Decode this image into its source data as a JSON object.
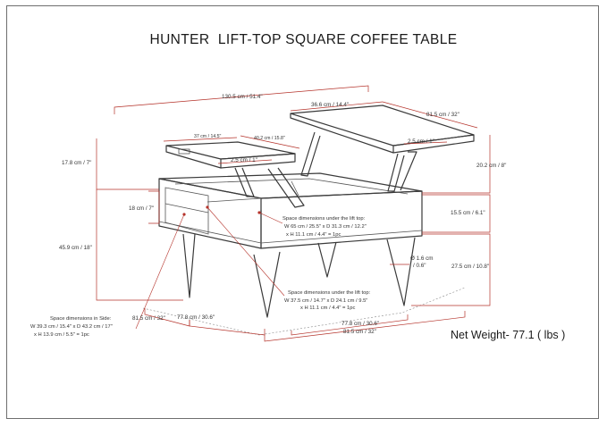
{
  "title": "HUNTER  LIFT-TOP SQUARE COFFEE TABLE",
  "net_weight": "Net Weight- 77.1 ( lbs )",
  "dimensions": {
    "overall_depth_top": "130.5 cm / 51.4\"",
    "lift_top_depth": "36.6 cm / 14.4\"",
    "lift_top_width": "81.5 cm / 32\"",
    "small_top_depth": "37 cm / 14.5\"",
    "small_top_width": "40.2 cm / 15.8\"",
    "top_thickness_left": "2.5 cm / 1\"",
    "top_thickness_right": "2.5 cm / 1\"",
    "lift_height_left": "17.8 cm / 7\"",
    "lift_height_right": "20.2 cm / 8\"",
    "side_opening": "18 cm / 7\"",
    "body_height": "15.5 cm / 6.1\"",
    "total_height": "45.9 cm / 18\"",
    "leg_diameter": "Ø 1.6 cm",
    "leg_diameter_in": "/ 0.6\"",
    "leg_height": "27.5 cm / 10.8\"",
    "base_left_width": "81.5 cm / 32\"",
    "base_left_depth": "77.8 cm / 30.6\"",
    "base_right_depth": "77.8 cm / 30.6\"",
    "base_right_width": "81.5 cm / 32\""
  },
  "notes": {
    "lift_top_space": [
      "Space dimensions under the lift top:",
      "W 65 cm / 25.5\" x D 31.3 cm / 12.2\"",
      "x H 11.1 cm / 4.4\" = 1pc"
    ],
    "small_lift_space": [
      "Space dimensions under the lift top:",
      "W 37.5 cm / 14.7\" x D 24.1 cm / 9.5\"",
      "x H 11.1 cm / 4.4\" = 1pc"
    ],
    "side_space": [
      "Space dimensions in Side:",
      "W 39.3 cm / 15.4\" x D 43.2 cm / 17\"",
      "x H 13.9 cm / 5.5\" = 1pc"
    ]
  }
}
